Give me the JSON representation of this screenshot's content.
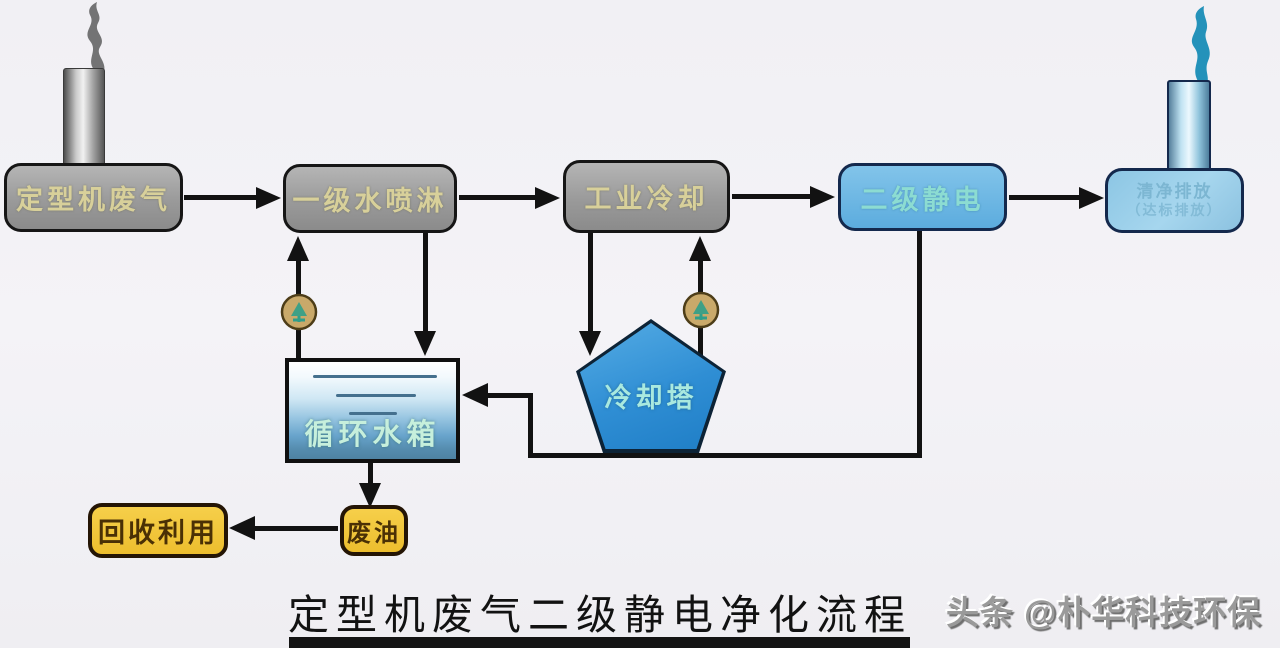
{
  "diagram": {
    "title": "定型机废气二级静电净化流程",
    "watermark": "头条 @朴华科技环保",
    "nodes": {
      "source": {
        "label": "定型机废气",
        "shape": "rounded-rect",
        "color": "#9a9a9a"
      },
      "spray": {
        "label": "一级水喷淋",
        "shape": "rounded-rect",
        "color": "#9a9a9a"
      },
      "industrial_cooling": {
        "label": "工业冷却",
        "shape": "rounded-rect",
        "color": "#9a9a9a"
      },
      "electrostatic": {
        "label": "二级静电",
        "shape": "rounded-rect",
        "color": "#5cacde"
      },
      "clean_exhaust": {
        "line1": "清净排放",
        "line2": "（达标排放）",
        "shape": "rounded-rect",
        "color": "#9ccee8"
      },
      "water_tank": {
        "label": "循环水箱",
        "shape": "rect-tank",
        "color": "#68a4cc"
      },
      "cooling_tower": {
        "label": "冷却塔",
        "shape": "pentagon",
        "color": "#2f8ed4"
      },
      "waste_oil": {
        "label": "废油",
        "shape": "rounded-rect",
        "color": "#edbe2e"
      },
      "recycling": {
        "label": "回收利用",
        "shape": "rounded-rect",
        "color": "#edbe2e"
      }
    },
    "edges": [
      {
        "from": "source",
        "to": "spray"
      },
      {
        "from": "spray",
        "to": "industrial_cooling"
      },
      {
        "from": "industrial_cooling",
        "to": "electrostatic"
      },
      {
        "from": "electrostatic",
        "to": "clean_exhaust"
      },
      {
        "from": "water_tank",
        "to": "spray",
        "via": "pump"
      },
      {
        "from": "spray",
        "to": "water_tank"
      },
      {
        "from": "industrial_cooling",
        "to": "cooling_tower"
      },
      {
        "from": "cooling_tower",
        "to": "industrial_cooling",
        "via": "pump"
      },
      {
        "from": "electrostatic",
        "to": "water_tank"
      },
      {
        "from": "water_tank",
        "to": "waste_oil"
      },
      {
        "from": "waste_oil",
        "to": "recycling"
      }
    ],
    "icons": {
      "pump": "circulation-pump-icon",
      "gray_smoke": "smoke-icon",
      "blue_smoke": "clean-smoke-icon"
    },
    "colors": {
      "arrow": "#121212",
      "process_box_text": "#d8d09a",
      "electrostatic_text": "#8cdcd2",
      "tank_text": "#c6efdc",
      "oil_text": "#4a3005",
      "pump_body": "#c9a96a",
      "pump_glyph": "#2f9e8a"
    }
  }
}
